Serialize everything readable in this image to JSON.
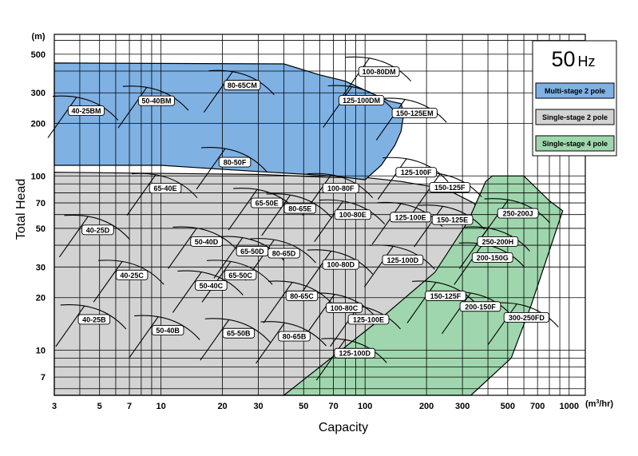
{
  "chart_data": {
    "type": "area",
    "title": "50 Hz",
    "title_num": "50",
    "title_unit": "Hz",
    "xlabel": "Capacity",
    "ylabel": "Total Head",
    "x_unit": "(m³/hr)",
    "y_unit": "(m)",
    "x_scale": "log",
    "y_scale": "log",
    "xlim": [
      3,
      1200
    ],
    "ylim": [
      5.5,
      650
    ],
    "x_ticks": [
      3,
      5,
      7,
      10,
      20,
      30,
      50,
      70,
      100,
      200,
      300,
      500,
      700,
      1000
    ],
    "y_ticks": [
      7,
      10,
      20,
      30,
      50,
      70,
      100,
      200,
      300,
      500
    ],
    "grid": true,
    "legend_position": "top-right",
    "legend": [
      {
        "label": "Multi-stage 2 pole",
        "color": "#7fb1e3"
      },
      {
        "label": "Single-stage 2 pole",
        "color": "#d3d3d3"
      },
      {
        "label": "Single-stage 4 pole",
        "color": "#9fd6ad"
      }
    ],
    "regions": [
      {
        "name": "Single-stage 2 pole",
        "color": "#d3d3d3",
        "boundary": [
          [
            3,
            5.5
          ],
          [
            3,
            105
          ],
          [
            30,
            102
          ],
          [
            70,
            98
          ],
          [
            100,
            98
          ],
          [
            150,
            93
          ],
          [
            250,
            84
          ],
          [
            340,
            70
          ],
          [
            400,
            56
          ],
          [
            350,
            42
          ],
          [
            310,
            30
          ],
          [
            260,
            22
          ],
          [
            200,
            17
          ],
          [
            150,
            13.5
          ],
          [
            120,
            11.5
          ],
          [
            40,
            5.5
          ]
        ]
      },
      {
        "name": "Multi-stage 2 pole",
        "color": "#7fb1e3",
        "boundary": [
          [
            3,
            445
          ],
          [
            40,
            440
          ],
          [
            60,
            380
          ],
          [
            80,
            350
          ],
          [
            100,
            310
          ],
          [
            130,
            270
          ],
          [
            150,
            260
          ],
          [
            155,
            230
          ],
          [
            150,
            180
          ],
          [
            140,
            150
          ],
          [
            120,
            115
          ],
          [
            100,
            95
          ],
          [
            70,
            100
          ],
          [
            30,
            106
          ],
          [
            10,
            115
          ],
          [
            3,
            115
          ]
        ]
      },
      {
        "name": "Single-stage 4 pole",
        "color": "#9fd6ad",
        "boundary": [
          [
            40,
            5.5
          ],
          [
            110,
            14
          ],
          [
            220,
            28
          ],
          [
            320,
            55
          ],
          [
            390,
            93
          ],
          [
            420,
            100
          ],
          [
            600,
            100
          ],
          [
            800,
            72
          ],
          [
            930,
            63
          ],
          [
            650,
            18
          ],
          [
            520,
            9
          ],
          [
            330,
            5.5
          ]
        ]
      }
    ],
    "models": [
      {
        "label": "100-80DM",
        "x": 117,
        "y": 397,
        "group": "Multi-stage 2 pole"
      },
      {
        "label": "125-100DM",
        "x": 96,
        "y": 272,
        "group": "Multi-stage 2 pole"
      },
      {
        "label": "150-125EM",
        "x": 175,
        "y": 230,
        "group": "Multi-stage 2 pole"
      },
      {
        "label": "80-65CM",
        "x": 25,
        "y": 332,
        "group": "Multi-stage 2 pole"
      },
      {
        "label": "50-40BM",
        "x": 9.5,
        "y": 270,
        "group": "Multi-stage 2 pole"
      },
      {
        "label": "40-25BM",
        "x": 4.3,
        "y": 237,
        "group": "Multi-stage 2 pole"
      },
      {
        "label": "80-50F",
        "x": 23,
        "y": 120,
        "group": "Single-stage 2 pole"
      },
      {
        "label": "125-100F",
        "x": 178,
        "y": 105,
        "group": "Single-stage 2 pole"
      },
      {
        "label": "150-125F",
        "x": 260,
        "y": 86,
        "group": "Single-stage 2 pole"
      },
      {
        "label": "65-40E",
        "x": 10.5,
        "y": 85,
        "group": "Single-stage 2 pole"
      },
      {
        "label": "100-80F",
        "x": 76,
        "y": 85,
        "group": "Single-stage 2 pole"
      },
      {
        "label": "65-50E",
        "x": 33,
        "y": 70,
        "group": "Single-stage 2 pole"
      },
      {
        "label": "80-65E",
        "x": 48,
        "y": 65,
        "group": "Single-stage 2 pole"
      },
      {
        "label": "100-80E",
        "x": 87,
        "y": 60,
        "group": "Single-stage 2 pole"
      },
      {
        "label": "125-100E",
        "x": 167,
        "y": 58,
        "group": "Single-stage 2 pole"
      },
      {
        "label": "150-125E",
        "x": 268,
        "y": 56,
        "group": "Single-stage 2 pole"
      },
      {
        "label": "250-200J",
        "x": 561,
        "y": 61,
        "group": "Single-stage 4 pole"
      },
      {
        "label": "40-25D",
        "x": 4.9,
        "y": 49,
        "group": "Single-stage 2 pole"
      },
      {
        "label": "250-200H",
        "x": 447,
        "y": 42,
        "group": "Single-stage 4 pole"
      },
      {
        "label": "50-40D",
        "x": 16.7,
        "y": 42,
        "group": "Single-stage 2 pole"
      },
      {
        "label": "65-50D",
        "x": 28,
        "y": 37,
        "group": "Single-stage 2 pole"
      },
      {
        "label": "80-65D",
        "x": 40,
        "y": 36,
        "group": "Single-stage 2 pole"
      },
      {
        "label": "125-100D",
        "x": 153,
        "y": 33,
        "group": "Single-stage 2 pole"
      },
      {
        "label": "200-150G",
        "x": 421,
        "y": 34,
        "group": "Single-stage 4 pole"
      },
      {
        "label": "100-80D",
        "x": 76,
        "y": 31,
        "group": "Single-stage 2 pole"
      },
      {
        "label": "40-25C",
        "x": 7.2,
        "y": 27,
        "group": "Single-stage 2 pole"
      },
      {
        "label": "65-50C",
        "x": 24.5,
        "y": 27,
        "group": "Single-stage 2 pole"
      },
      {
        "label": "50-40C",
        "x": 17.6,
        "y": 23.5,
        "group": "Single-stage 2 pole"
      },
      {
        "label": "80-65C",
        "x": 49,
        "y": 20.5,
        "group": "Single-stage 2 pole"
      },
      {
        "label": "150-125F",
        "x": 248,
        "y": 20.5,
        "group": "Single-stage 4 pole"
      },
      {
        "label": "100-80C",
        "x": 79,
        "y": 17.5,
        "group": "Single-stage 2 pole"
      },
      {
        "label": "200-150F",
        "x": 367,
        "y": 17.8,
        "group": "Single-stage 4 pole"
      },
      {
        "label": "300-250FD",
        "x": 618,
        "y": 15.4,
        "group": "Single-stage 4 pole"
      },
      {
        "label": "40-25B",
        "x": 4.7,
        "y": 15,
        "group": "Single-stage 2 pole"
      },
      {
        "label": "125-100E",
        "x": 104,
        "y": 15,
        "group": "Single-stage 4 pole"
      },
      {
        "label": "50-40B",
        "x": 10.8,
        "y": 13,
        "group": "Single-stage 2 pole"
      },
      {
        "label": "65-50B",
        "x": 24,
        "y": 12.5,
        "group": "Single-stage 2 pole"
      },
      {
        "label": "80-65B",
        "x": 45,
        "y": 12,
        "group": "Single-stage 2 pole"
      },
      {
        "label": "125-100D",
        "x": 89,
        "y": 9.6,
        "group": "Single-stage 4 pole"
      }
    ]
  }
}
